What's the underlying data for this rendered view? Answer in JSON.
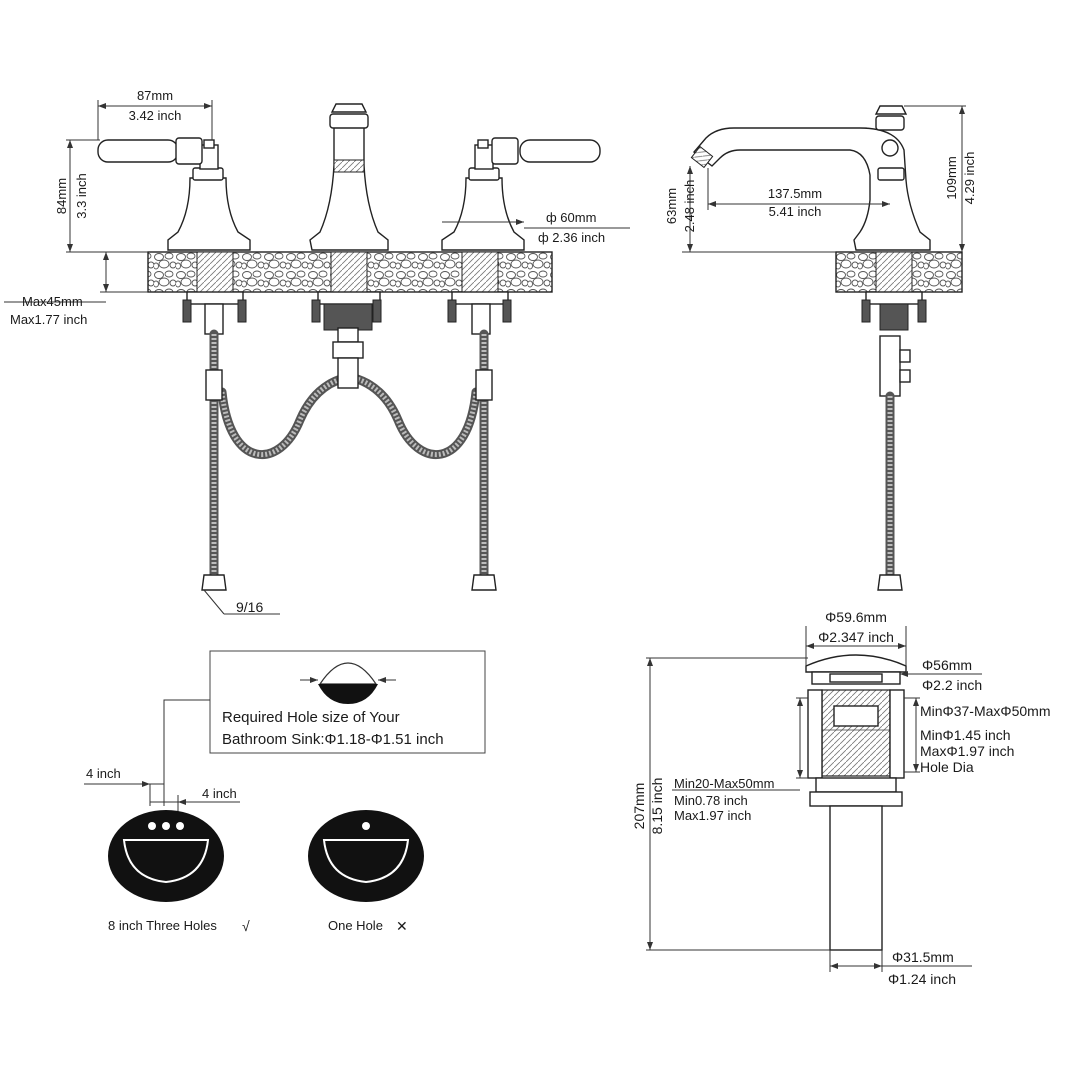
{
  "front_view": {
    "handle_spread_mm": "87mm",
    "handle_spread_in": "3.42 inch",
    "handle_height_mm": "84mm",
    "handle_height_in": "3.3 inch",
    "base_dia_mm": "ф 60mm",
    "base_dia_in": "ф 2.36 inch",
    "deck_max_mm": "Max45mm",
    "deck_max_in": "Max1.77 inch",
    "connector_size": "9/16"
  },
  "side_view": {
    "reach_mm": "137.5mm",
    "reach_in": "5.41 inch",
    "spout_height_mm": "63mm",
    "spout_height_in": "2.48 inch",
    "total_height_mm": "109mm",
    "total_height_in": "4.29 inch"
  },
  "hole_info": {
    "required_line1": "Required Hole size of Your",
    "required_line2": "Bathroom Sink:Φ1.18-Φ1.51 inch",
    "spacing_left": "4 inch",
    "spacing_right": "4 inch",
    "three_holes_label": "8 inch Three Holes",
    "three_holes_mark": "√",
    "one_hole_label": "One Hole",
    "one_hole_mark": "✕"
  },
  "drain": {
    "cap_dia_mm": "Φ59.6mm",
    "cap_dia_in": "Φ2.347 inch",
    "flange_dia_mm": "Φ56mm",
    "flange_dia_in": "Φ2.2 inch",
    "hole_dia_range_mm": "MinΦ37-MaxΦ50mm",
    "hole_dia_min_in": "MinΦ1.45 inch",
    "hole_dia_max_in": "MaxΦ1.97 inch",
    "hole_dia_label": "Hole Dia",
    "thickness_range_mm": "Min20-Max50mm",
    "thickness_min_in": "Min0.78 inch",
    "thickness_max_in": "Max1.97 inch",
    "total_length_mm": "207mm",
    "total_length_in": "8.15 inch",
    "tail_dia_mm": "Φ31.5mm",
    "tail_dia_in": "Φ1.24 inch"
  }
}
